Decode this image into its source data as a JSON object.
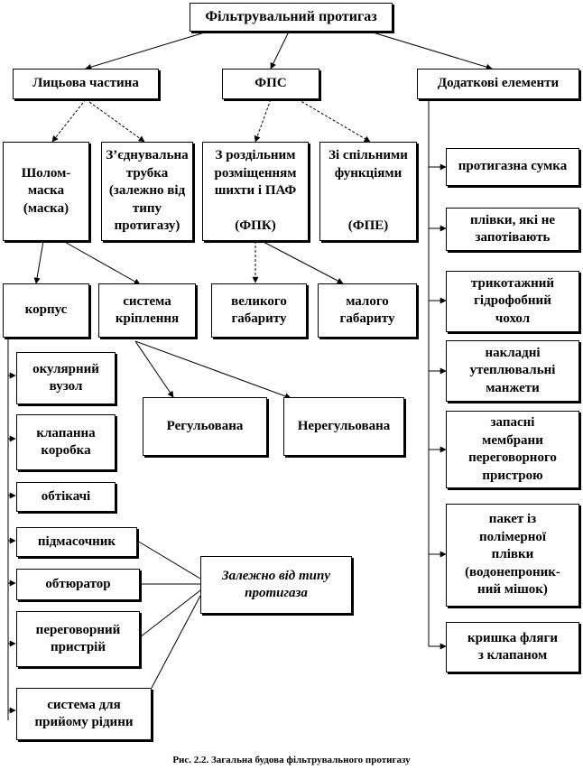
{
  "title": "Фільтрувальний протигаз",
  "level1": {
    "face": "Лицьова частина",
    "fps": "ФПС",
    "extra": "Додаткові елементи"
  },
  "face_parts": {
    "helmet_mask": "Шолом-\nмаска\n(маска)",
    "tube": "З’єднувальна\nтрубка\n(залежно від\nтипу\nпротигазу)"
  },
  "fps_parts": {
    "separate": "З роздільним\nрозміщенням\nшихти і ПАФ\n\n(ФПК)",
    "common": "Зі спільними\nфункціями\n\n\n(ФПЕ)"
  },
  "mask_parts": {
    "body": "корпус",
    "fastening": "система\nкріплення"
  },
  "fpk_sizes": {
    "large": "великого\nгабариту",
    "small": "малого\nгабариту"
  },
  "fastening_types": {
    "adjustable": "Регульована",
    "non_adjustable": "Нерегульована"
  },
  "body_items": [
    "окулярний\nвузол",
    "клапанна\nкоробка",
    "обтікачі",
    "підмасочник",
    "обтюратор",
    "переговорний\nпристрій",
    "система для\nприйому рідини"
  ],
  "extra_items": [
    "протигазна сумка",
    "плівки, які не\nзапотівають",
    "трикотажний\nгідрофобний\nчохол",
    "накладні\nутеплювальні\nманжети",
    "запасні\nмембрани\nпереговорного\nпристрою",
    "пакет із\nполімерної\nплівки\n(водонепроник-\nний мішок)",
    "кришка фляги\nз клапаном"
  ],
  "note": "Залежно від типу\nпротигаза",
  "caption": "Рис. 2.2. Загальна будова фільтрувального  протигазу"
}
